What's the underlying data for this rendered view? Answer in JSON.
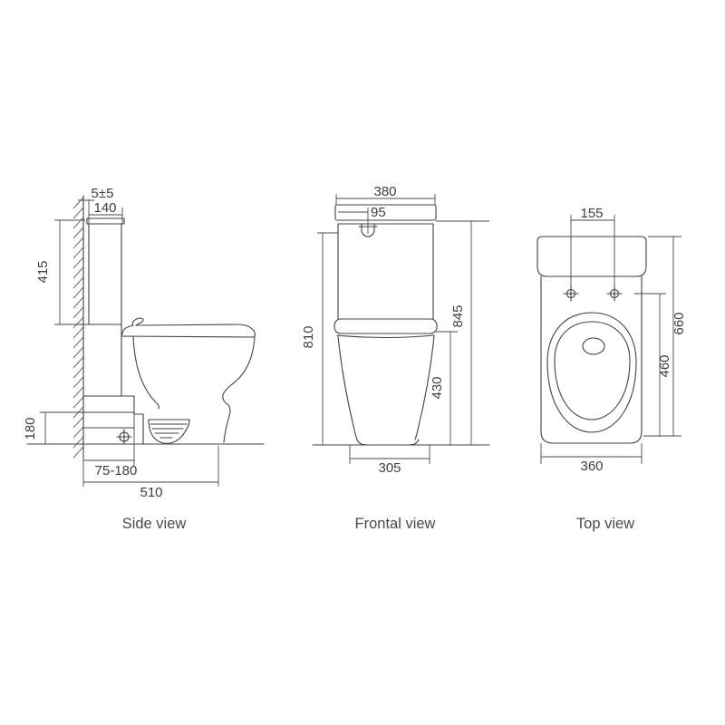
{
  "drawing": {
    "background": "#ffffff",
    "line_color": "#414141",
    "text_color": "#3f3f3f",
    "views": {
      "side": {
        "label": "Side view",
        "dims": {
          "wall_gap": "5±5",
          "tank_depth": "140",
          "tank_height": "415",
          "outlet_height": "180",
          "outlet_range": "75-180",
          "total_depth": "510"
        }
      },
      "frontal": {
        "label": "Frontal view",
        "dims": {
          "tank_width": "380",
          "button_offset": "95",
          "height_no_lid": "810",
          "total_height": "845",
          "bowl_height": "430",
          "base_width": "305"
        }
      },
      "top": {
        "label": "Top view",
        "dims": {
          "hole_spacing": "155",
          "total_depth": "660",
          "seat_depth": "460",
          "width": "360"
        }
      }
    }
  }
}
